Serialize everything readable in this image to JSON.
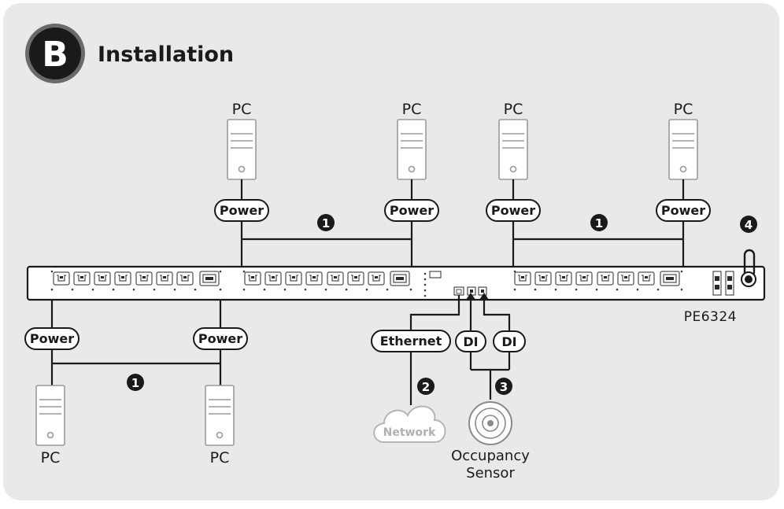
{
  "header": {
    "step_letter": "B",
    "title": "Installation"
  },
  "pc_label": "PC",
  "power_label": "Power",
  "ethernet_label": "Ethernet",
  "di_label": "DI",
  "network_label": "Network",
  "sensor": {
    "line1": "Occupancy",
    "line2": "Sensor"
  },
  "model": "PE6324",
  "step_numbers": {
    "one": "1",
    "two": "2",
    "three": "3",
    "four": "4"
  },
  "colors": {
    "background_panel": "#e9e9e9",
    "accent_dark": "#1a1a1a",
    "pc_gray": "#9a9a9a"
  },
  "icons": [
    "pc-tower-icon",
    "network-cloud-icon",
    "occupancy-sensor-icon",
    "ethernet-port-icon",
    "outlet-icon",
    "cable-lock-icon"
  ]
}
